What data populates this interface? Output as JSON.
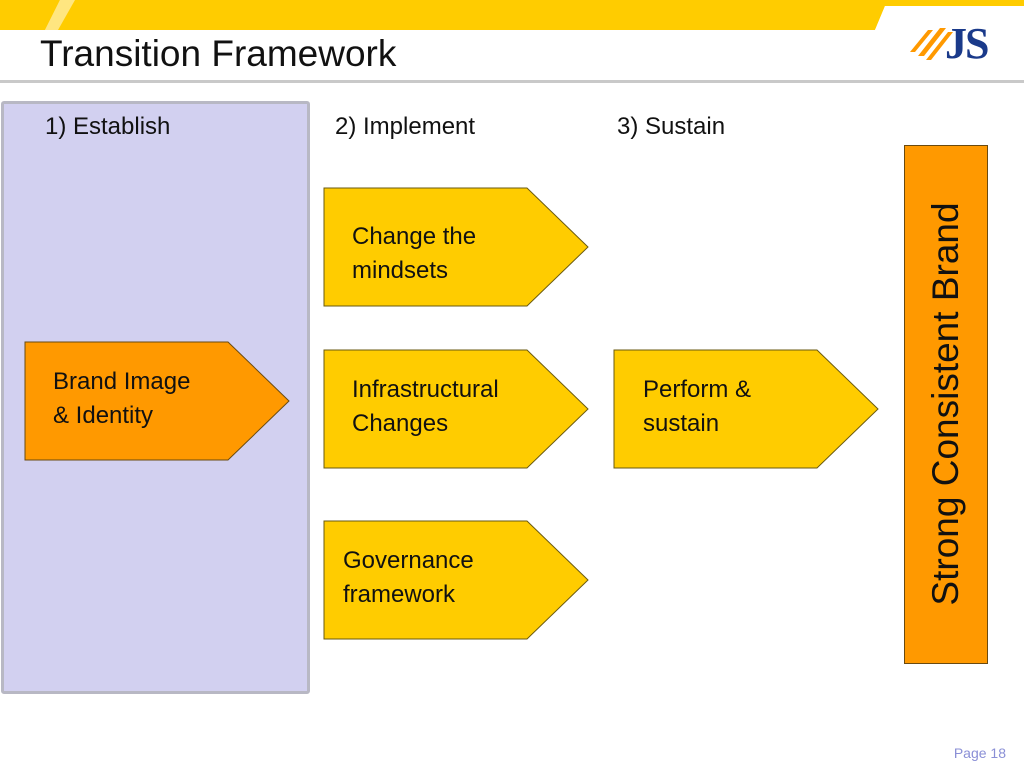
{
  "slide": {
    "title": "Transition Framework",
    "page_label": "Page 18",
    "logo_text": "JS"
  },
  "colors": {
    "band_yellow": "#ffcc00",
    "band_orange": "#ff9900",
    "panel": "#d2d0f0",
    "step_fill": "#ffcc00",
    "highlight_fill": "#ff9900",
    "logo_blue": "#1a3a8a"
  },
  "phases": [
    {
      "label": "1) Establish"
    },
    {
      "label": "2) Implement"
    },
    {
      "label": "3) Sustain"
    }
  ],
  "steps": {
    "establish": [
      "Brand Image\n& Identity"
    ],
    "implement": [
      "Change the\nmindsets",
      "Infrastructural\nChanges",
      "Governance\nframework"
    ],
    "sustain": [
      "Perform &\nsustain"
    ]
  },
  "outcome": {
    "label": "Strong Consistent Brand"
  }
}
